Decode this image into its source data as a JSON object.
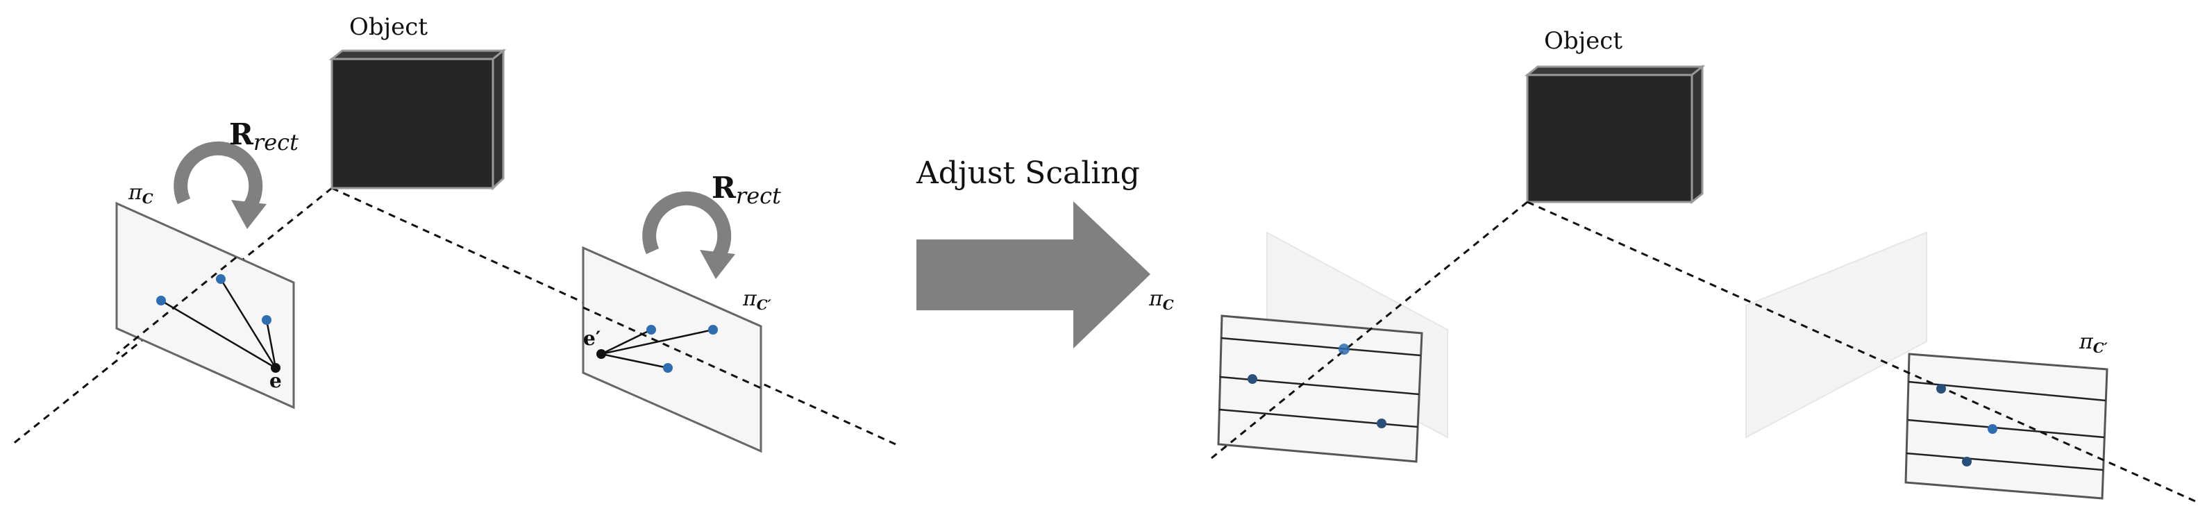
{
  "left_scene": {
    "object_label": "Object",
    "rotation_left": {
      "symbol": "R",
      "subscript": "rect"
    },
    "rotation_right": {
      "symbol": "R",
      "subscript": "rect"
    },
    "plane_left": {
      "symbol": "π",
      "subscript": "C"
    },
    "plane_right": {
      "symbol": "π",
      "subscript": "C′"
    },
    "epipole_left": "e",
    "epipole_right": "e′"
  },
  "middle": {
    "arrow_label": "Adjust Scaling",
    "plane_label": {
      "symbol": "π",
      "subscript": "C"
    }
  },
  "right_scene": {
    "object_label": "Object",
    "plane_right": {
      "symbol": "π",
      "subscript": "C′"
    }
  },
  "colors": {
    "point_blue": "#2f6db0",
    "point_dark": "#2a4f7a",
    "object_fill": "#262626",
    "arrow_gray": "#808080",
    "plane_fill": "#f6f6f6",
    "plane_stroke": "#666666"
  }
}
